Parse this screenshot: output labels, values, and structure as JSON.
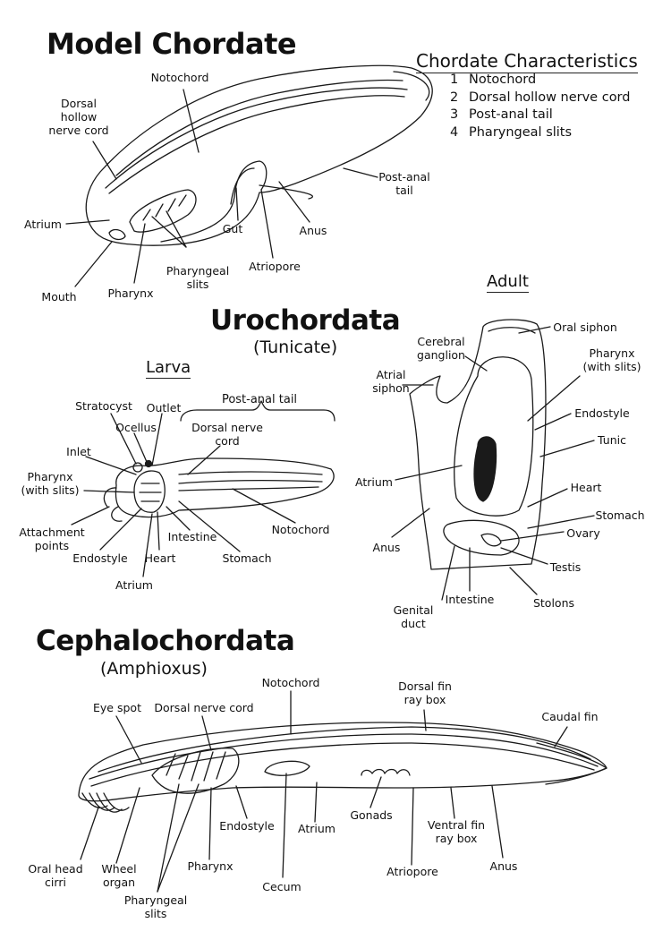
{
  "titles": {
    "model": "Model Chordate",
    "urochordata": "Urochordata",
    "urochordata_sub": "(Tunicate)",
    "cephalochordata": "Cephalochordata",
    "cephalochordata_sub": "(Amphioxus)"
  },
  "characteristics": {
    "heading": "Chordate Characteristics",
    "items": [
      {
        "num": "1",
        "text": "Notochord"
      },
      {
        "num": "2",
        "text": "Dorsal hollow nerve cord"
      },
      {
        "num": "3",
        "text": "Post-anal tail"
      },
      {
        "num": "4",
        "text": "Pharyngeal slits"
      }
    ]
  },
  "headings": {
    "larva": "Larva",
    "adult": "Adult",
    "post_anal_tail": "Post-anal tail"
  },
  "labels": {
    "model": {
      "notochord": "Notochord",
      "dorsal_nerve_cord": "Dorsal\nhollow\nnerve cord",
      "atrium": "Atrium",
      "mouth": "Mouth",
      "pharynx": "Pharynx",
      "pharyngeal_slits": "Pharyngeal\nslits",
      "gut": "Gut",
      "atriopore": "Atriopore",
      "anus": "Anus",
      "post_anal_tail": "Post-anal\ntail"
    },
    "larva": {
      "stratocyst": "Stratocyst",
      "ocellus": "Ocellus",
      "outlet": "Outlet",
      "inlet": "Inlet",
      "pharynx": "Pharynx\n(with slits)",
      "attachment_points": "Attachment\npoints",
      "endostyle": "Endostyle",
      "heart": "Heart",
      "atrium": "Atrium",
      "intestine": "Intestine",
      "stomach": "Stomach",
      "notochord": "Notochord",
      "dorsal_nerve_cord": "Dorsal nerve\ncord"
    },
    "adult": {
      "oral_siphon": "Oral siphon",
      "cerebral_ganglion": "Cerebral\nganglion",
      "atrial_siphon": "Atrial\nsiphon",
      "pharynx": "Pharynx\n(with slits)",
      "endostyle": "Endostyle",
      "tunic": "Tunic",
      "atrium": "Atrium",
      "heart": "Heart",
      "stomach": "Stomach",
      "ovary": "Ovary",
      "anus": "Anus",
      "testis": "Testis",
      "intestine": "Intestine",
      "stolons": "Stolons",
      "genital_duct": "Genital\nduct"
    },
    "amphioxus": {
      "notochord": "Notochord",
      "eye_spot": "Eye spot",
      "dorsal_nerve_cord": "Dorsal nerve cord",
      "dorsal_fin_ray_box": "Dorsal fin\nray box",
      "caudal_fin": "Caudal fin",
      "oral_head_cirri": "Oral head\ncirri",
      "wheel_organ": "Wheel\norgan",
      "pharyngeal_slits": "Pharyngeal\nslits",
      "pharynx": "Pharynx",
      "endostyle": "Endostyle",
      "cecum": "Cecum",
      "atrium": "Atrium",
      "gonads": "Gonads",
      "ventral_fin_ray_box": "Ventral fin\nray box",
      "atriopore": "Atriopore",
      "anus": "Anus"
    }
  }
}
